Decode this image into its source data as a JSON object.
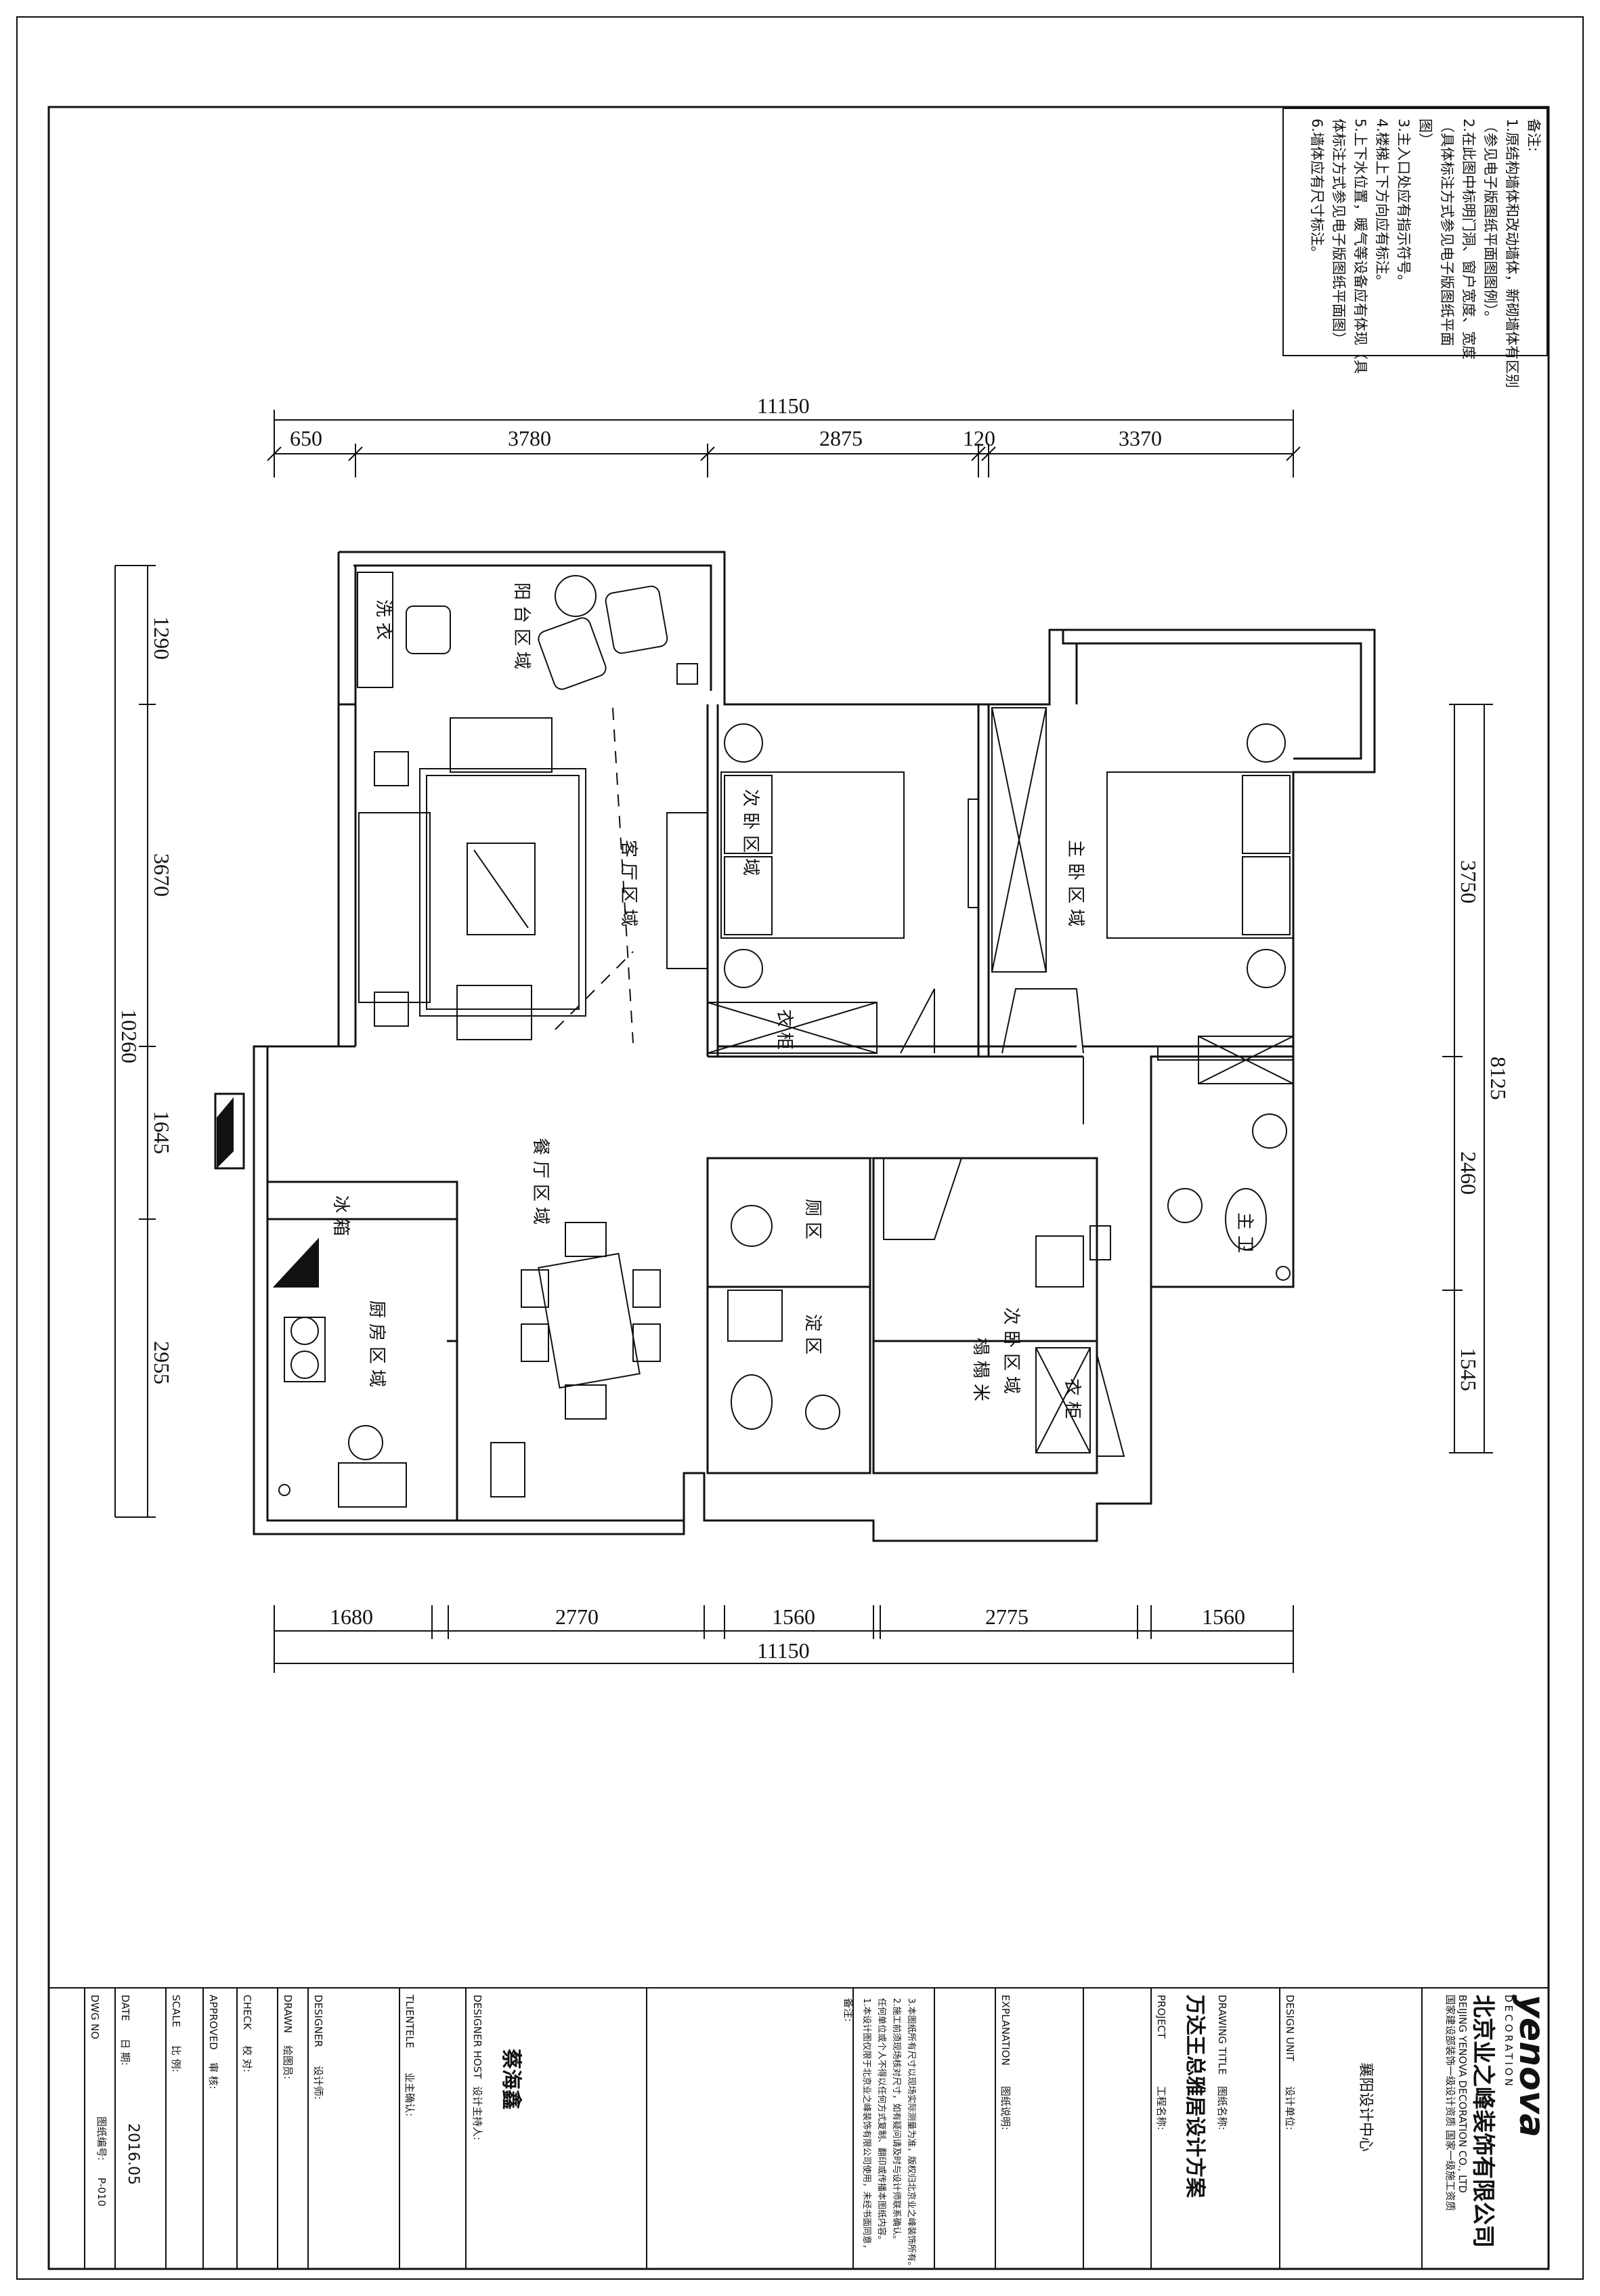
{
  "notes": {
    "heading": "备注:",
    "lines": [
      "1.原结构墙体和改动墙体，新砌墙体有区别",
      "（参见电子版图纸平面图图例）。",
      "2.在此图中标明门洞、窗户宽度、宽度",
      "（具体标注方式参见电子版图纸平面",
      "图）",
      "3.主入口处应有指示符号。",
      "4.楼梯上下方向应有标注。",
      "5.上下水位置，暖气等设备应有体现（具",
      "体标注方式参见电子版图纸平面图）",
      "6.墙体应有尺寸标注。"
    ]
  },
  "dimensions": {
    "top_total": "11150",
    "top_segments": [
      "650",
      "3780",
      "2875",
      "120",
      "3370"
    ],
    "bottom_segments": [
      "1680",
      "2770",
      "1560",
      "2775",
      "1560"
    ],
    "bottom_total": "11150",
    "left_segments": [
      "1290",
      "3670",
      "1645",
      "2955"
    ],
    "left_total": "10260",
    "right_segments": [
      "3750",
      "2460",
      "1545"
    ],
    "right_total": "8125"
  },
  "rooms": {
    "balcony": "阳台区域",
    "living": "客厅区域",
    "second_bedroom": "次卧区域",
    "master_bedroom": "主卧区域",
    "dining": "餐厅区域",
    "kitchen": "厨房区域",
    "toilet": "厕区",
    "bath": "淀区",
    "study_bedroom": "次卧区域",
    "tatami": "榻榻米",
    "master_bath": "主卫",
    "laundry": "洗衣",
    "cabinet": "衣柜",
    "wardrobe": "衣柜",
    "fridge": "冰箱"
  },
  "title_block": {
    "company_logo": "yenova",
    "company_logo_sub": "DECORATION",
    "company_name": "北京业之峰装饰有限公司",
    "company_en": "BEIJING YENOVA DECORATION CO., LTD",
    "company_addr": "国家建设部装饰一级设计资质 国家一级施工资质",
    "design_unit_label": "DESIGN UNIT",
    "design_unit_cn": "设计单位:",
    "design_unit_value": "襄阳设计中心",
    "project_label": "PROJECT",
    "project_cn": "工程名称:",
    "drawing_title_label": "DRAWING TITLE",
    "drawing_title_cn": "图纸名称:",
    "project_name": "万达王总雅居设计方案",
    "explanation_label": "EXPLANATION",
    "explanation_cn": "图纸说明:",
    "remarks_label": "备注:",
    "remarks_lines": [
      "1.本设计图仅限于北京业之峰装饰有限公司使用，未经书面同意，",
      "任何单位或个人不得以任何方式复制、翻印或传播本图纸内容。",
      "2.施工前须现场核对尺寸，如有疑问请及时与设计师联系确认。",
      "3.本图纸所有尺寸以现场实际测量为准，版权归北京业之峰装饰所有。"
    ],
    "designer_host_label": "DESIGNER HOST",
    "designer_host_cn": "设计主持人:",
    "designer_host_name": "蔡海鑫",
    "clientele_label": "TLIENTELE",
    "clientele_cn": "业主确认:",
    "designer_label": "DESIGNER",
    "designer_cn": "设计师:",
    "drawn_label": "DRAWN",
    "drawn_cn": "绘图员:",
    "check_label": "CHECK",
    "check_cn": "校 对:",
    "approved_label": "APPROVED",
    "approved_cn": "审 核:",
    "scale_label": "SCALE",
    "scale_cn": "比 例:",
    "date_label": "DATE",
    "date_cn": "日 期:",
    "date_value": "2016.05",
    "dwg_label": "DWG NO",
    "dwg_cn": "图纸编号:",
    "dwg_value": "P-010"
  }
}
